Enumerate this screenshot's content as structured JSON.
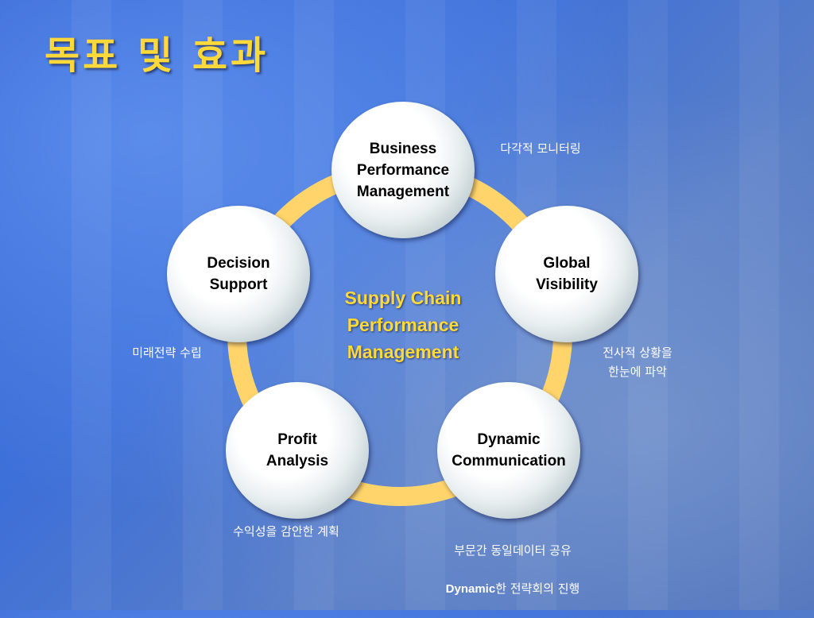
{
  "title": "목표 및 효과",
  "center": "Supply Chain\nPerformance\nManagement",
  "colors": {
    "title": "#ffd93a",
    "ring": "#ffd46a",
    "background": "#3a68d2"
  },
  "nodes": [
    {
      "label": "Business\nPerformance\nManagement",
      "caption": "다각적 모니터링"
    },
    {
      "label": "Global\nVisibility",
      "caption": "전사적 상황을\n한눈에 파악"
    },
    {
      "label": "Dynamic\nCommunication",
      "caption_line1": "부문간 동일데이터 공유",
      "caption_bold": "Dynamic",
      "caption_rest": "한 전략회의 진행"
    },
    {
      "label": "Profit\nAnalysis",
      "caption": "수익성을 감안한 계획"
    },
    {
      "label": "Decision\nSupport",
      "caption": "미래전략 수립"
    }
  ]
}
